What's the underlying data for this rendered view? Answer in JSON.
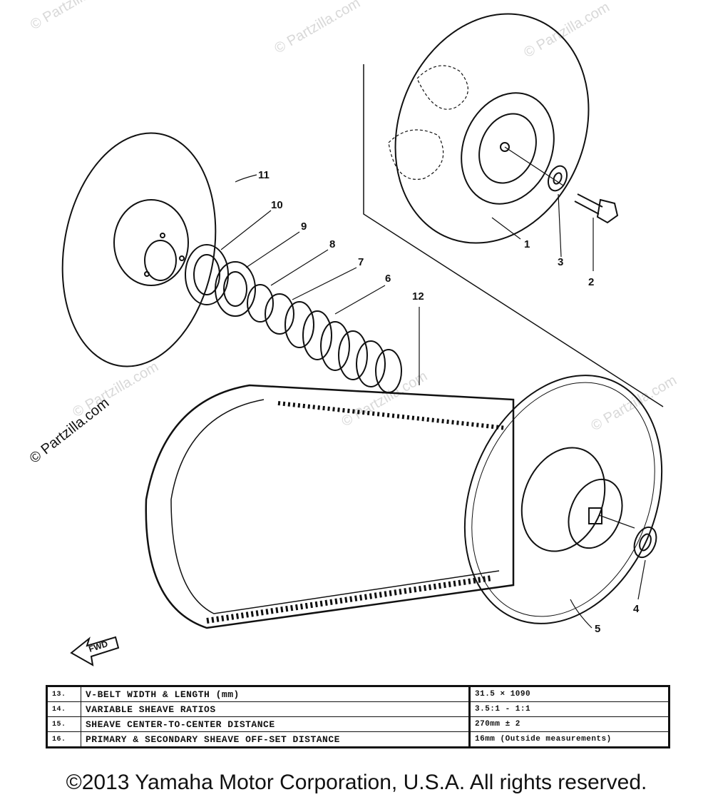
{
  "callouts": {
    "c1": "1",
    "c2": "2",
    "c3": "3",
    "c4": "4",
    "c5": "5",
    "c6": "6",
    "c7": "7",
    "c8": "8",
    "c9": "9",
    "c10": "10",
    "c11": "11",
    "c12": "12"
  },
  "fwd_label": "FWD",
  "watermark": {
    "repeated": "© Partzilla.com",
    "side": "© Partzilla.com"
  },
  "spec_table": {
    "rows": [
      {
        "num": "13.",
        "desc": "V-BELT WIDTH & LENGTH (mm)",
        "value": "31.5 × 1090"
      },
      {
        "num": "14.",
        "desc": "VARIABLE SHEAVE RATIOS",
        "value": "3.5:1 - 1:1"
      },
      {
        "num": "15.",
        "desc": "SHEAVE CENTER-TO-CENTER DISTANCE",
        "value": "270mm ± 2"
      },
      {
        "num": "16.",
        "desc": "PRIMARY & SECONDARY SHEAVE OFF-SET DISTANCE",
        "value": "16mm (Outside measurements)"
      }
    ]
  },
  "copyright": "©2013 Yamaha Motor Corporation, U.S.A. All rights reserved."
}
